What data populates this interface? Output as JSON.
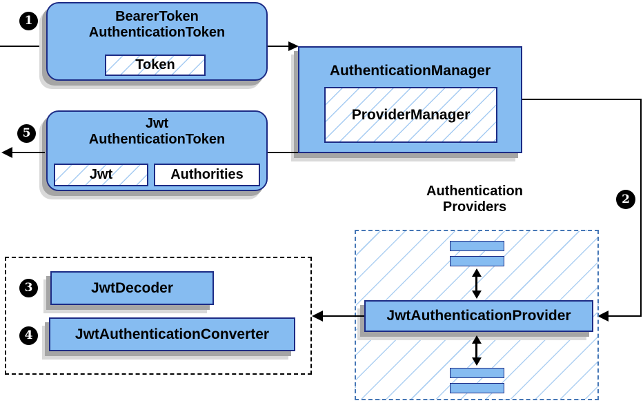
{
  "colors": {
    "node_fill": "#86bcf1",
    "node_border": "#1c2b85",
    "hatch": "#a5cbf2",
    "hatch_big": "#aed0f2",
    "dashed_blue": "#4576b5",
    "shadow_dark": "#a5a5a5",
    "shadow_light": "#d9d9d9",
    "arrow": "#000000"
  },
  "badges": {
    "b1": "1",
    "b2": "2",
    "b3": "3",
    "b4": "4",
    "b5": "5"
  },
  "bearer_box": {
    "title1": "BearerToken",
    "title2": "AuthenticationToken",
    "token_label": "Token"
  },
  "auth_manager_box": {
    "title": "AuthenticationManager",
    "inner_label": "ProviderManager"
  },
  "jwt_box": {
    "title1": "Jwt",
    "title2": "AuthenticationToken",
    "jwt_label": "Jwt",
    "authorities_label": "Authorities"
  },
  "providers_group": {
    "label1": "Authentication",
    "label2": "Providers",
    "provider_label": "JwtAuthenticationProvider"
  },
  "decoder_group": {
    "decoder_label": "JwtDecoder",
    "converter_label": "JwtAuthenticationConverter"
  }
}
